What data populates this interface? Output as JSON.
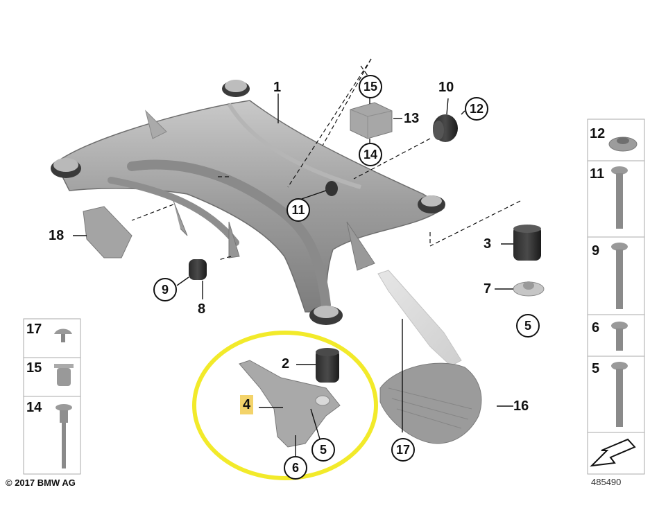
{
  "callouts": {
    "c1": "1",
    "c2": "2",
    "c3": "3",
    "c4": "4",
    "c5a": "5",
    "c5b": "5",
    "c6": "6",
    "c7": "7",
    "c8": "8",
    "c9": "9",
    "c10": "10",
    "c11": "11",
    "c12": "12",
    "c13": "13",
    "c14": "14",
    "c15": "15",
    "c16": "16",
    "c17": "17",
    "c18": "18"
  },
  "side_panel_left": [
    "17",
    "15",
    "14"
  ],
  "side_panel_right": [
    "12",
    "11",
    "9",
    "6",
    "5"
  ],
  "copyright": "© 2017 BMW AG",
  "doc_number": "485490",
  "colors": {
    "highlight_ellipse": "#f2ea2a",
    "highlight_label": "#f3d36a",
    "part_gray": "#9a9a9a"
  }
}
